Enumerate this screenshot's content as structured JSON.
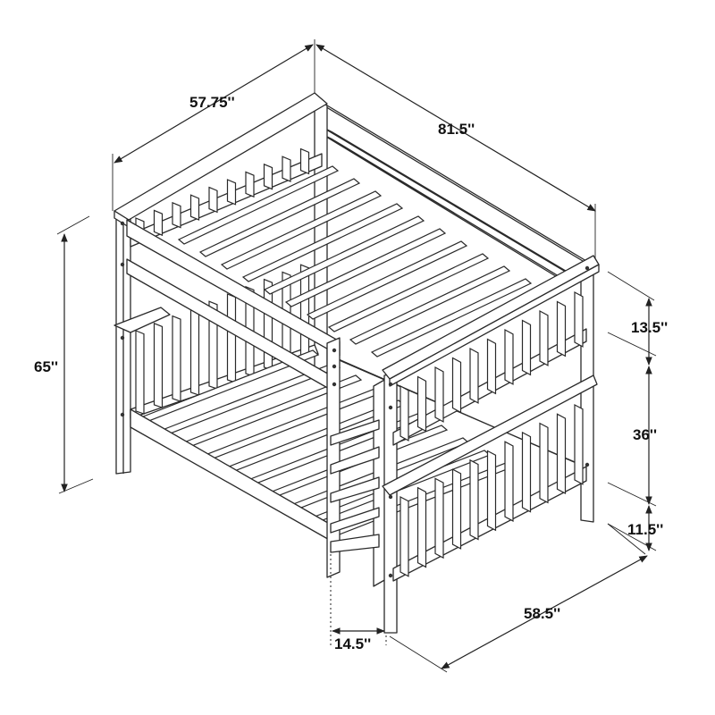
{
  "dimensions": {
    "top_width": "57.75''",
    "length": "81.5''",
    "overall_height": "65''",
    "guardrail_height": "13.5''",
    "bunk_spacing": "36''",
    "floor_clearance": "11.5''",
    "depth": "58.5''",
    "ladder_offset": "14.5''"
  },
  "colors": {
    "line": "#2a2a2a",
    "background": "#ffffff"
  }
}
